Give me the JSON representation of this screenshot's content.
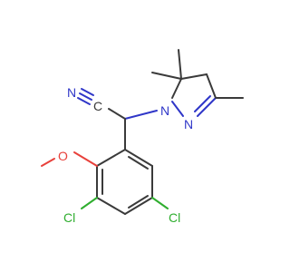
{
  "atoms": {
    "nitrile_n": "N",
    "nitrile_c": "C",
    "methoxy_o": "O",
    "ring_n1": "N",
    "ring_n2": "N",
    "cl_left": "Cl",
    "cl_right": "Cl"
  },
  "colors": {
    "carbon": "#3a3a3a",
    "nitrogen": "#2f36c8",
    "oxygen": "#e8413b",
    "chlorine": "#2fae2f"
  }
}
